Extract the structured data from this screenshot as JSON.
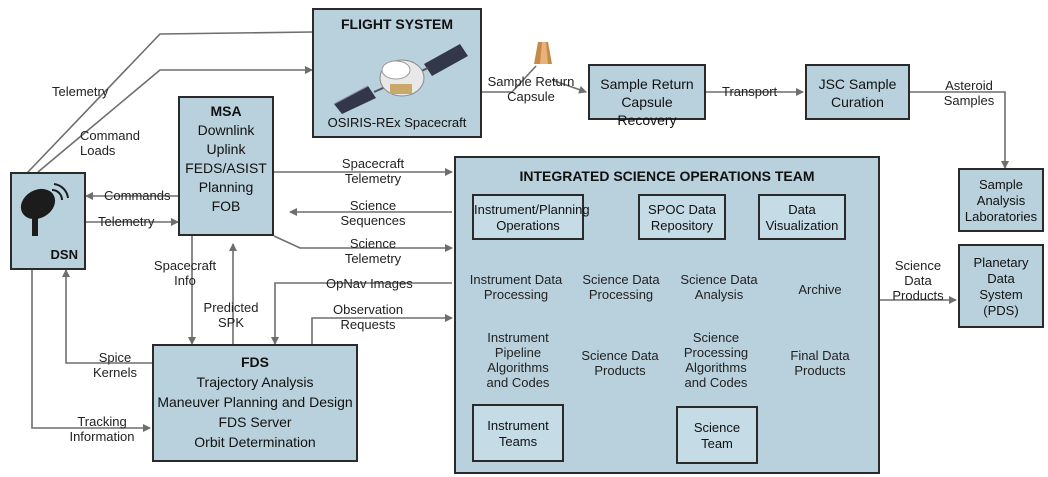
{
  "flight_system": {
    "title": "FLIGHT SYSTEM",
    "caption": "OSIRIS-REx Spacecraft"
  },
  "msa": {
    "title": "MSA",
    "items": [
      "Downlink",
      "Uplink",
      "FEDS/ASIST",
      "Planning",
      "FOB"
    ]
  },
  "dsn": {
    "title": "DSN"
  },
  "fds": {
    "title": "FDS",
    "items": [
      "Trajectory Analysis",
      "Maneuver Planning and Design",
      "FDS Server",
      "Orbit Determination"
    ]
  },
  "src": {
    "lines": [
      "Sample Return",
      "Capsule Recovery"
    ]
  },
  "jsc": {
    "lines": [
      "JSC Sample",
      "Curation"
    ]
  },
  "sal": {
    "lines": [
      "Sample",
      "Analysis",
      "Laboratories"
    ]
  },
  "pds": {
    "lines": [
      "Planetary",
      "Data",
      "System",
      "(PDS)"
    ]
  },
  "isot": {
    "title": "INTEGRATED SCIENCE OPERATIONS TEAM",
    "boxes": {
      "ipo": [
        "Instrument/Planning",
        "Operations"
      ],
      "spoc": [
        "SPOC Data",
        "Repository"
      ],
      "dv": [
        "Data",
        "Visualization"
      ],
      "it": [
        "Instrument",
        "Teams"
      ],
      "st": [
        "Science",
        "Team"
      ]
    },
    "labels": {
      "idp": [
        "Instrument Data",
        "Processing"
      ],
      "sdp": [
        "Science Data",
        "Processing"
      ],
      "sda": [
        "Science Data",
        "Analysis"
      ],
      "archive": [
        "Archive"
      ],
      "ipac": [
        "Instrument",
        "Pipeline",
        "Algorithms",
        "and Codes"
      ],
      "sdprod": [
        "Science Data",
        "Products"
      ],
      "spac": [
        "Science",
        "Processing",
        "Algorithms",
        "and Codes"
      ],
      "fdp": [
        "Final Data",
        "Products"
      ]
    }
  },
  "flows": {
    "telemetry_top": [
      "Telemetry"
    ],
    "command_loads": [
      "Command",
      "Loads"
    ],
    "commands": [
      "Commands"
    ],
    "telemetry_dsn": [
      "Telemetry"
    ],
    "sample_return_capsule": [
      "Sample Return",
      "Capsule"
    ],
    "transport": [
      "Transport"
    ],
    "asteroid_samples": [
      "Asteroid",
      "Samples"
    ],
    "spacecraft_telemetry": [
      "Spacecraft",
      "Telemetry"
    ],
    "science_sequences": [
      "Science",
      "Sequences"
    ],
    "science_telemetry": [
      "Science",
      "Telemetry"
    ],
    "spacecraft_info": [
      "Spacecraft",
      "Info"
    ],
    "predicted_spk": [
      "Predicted",
      "SPK"
    ],
    "opnav_images": [
      "OpNav Images"
    ],
    "observation_requests": [
      "Observation",
      "Requests"
    ],
    "spice_kernels": [
      "Spice",
      "Kernels"
    ],
    "tracking_information": [
      "Tracking",
      "Information"
    ],
    "science_data_products": [
      "Science",
      "Data",
      "Products"
    ]
  },
  "colors": {
    "box_fill": "#b9d1dd",
    "inner_fill": "#c5dbe6",
    "line": "#6e6e6e",
    "border": "#2a2a2a"
  }
}
